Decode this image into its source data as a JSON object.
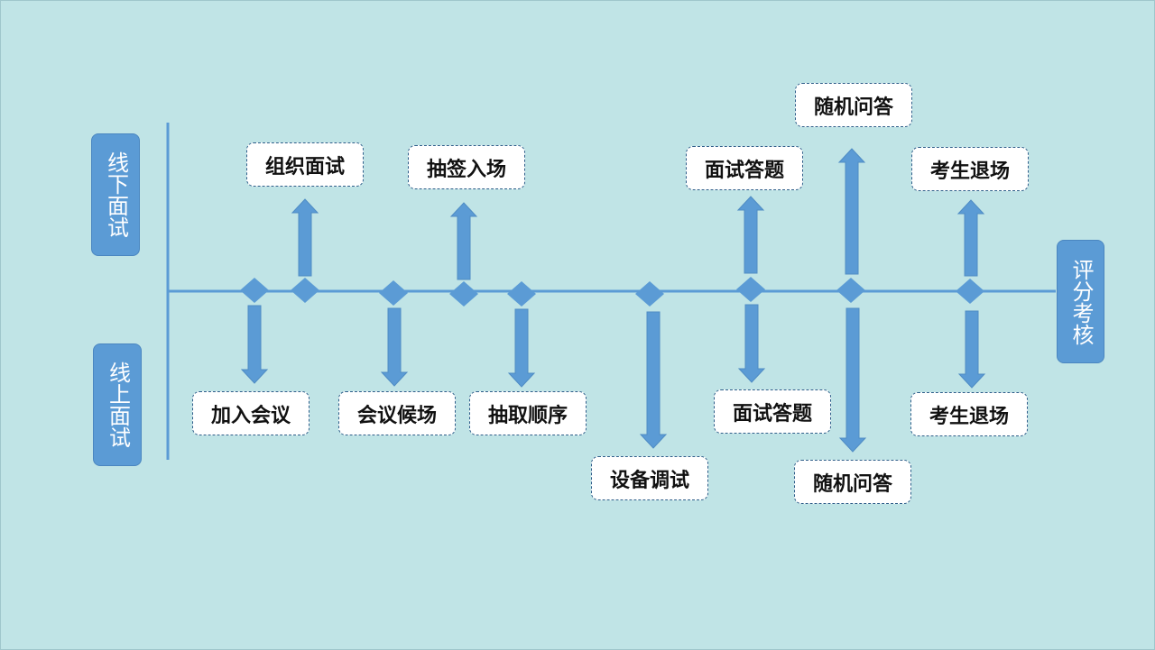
{
  "labels": {
    "offline": "线下面试",
    "online": "线上面试",
    "scoring": "评分考核"
  },
  "offline_steps": [
    "组织面试",
    "抽签入场",
    "面试答题",
    "随机问答",
    "考生退场"
  ],
  "online_steps": [
    "加入会议",
    "会议候场",
    "抽取顺序",
    "设备调试",
    "面试答题",
    "随机问答",
    "考生退场"
  ],
  "colors": {
    "background": "#c0e4e6",
    "accent": "#5b9bd5",
    "box_border": "#2f5f8a"
  }
}
